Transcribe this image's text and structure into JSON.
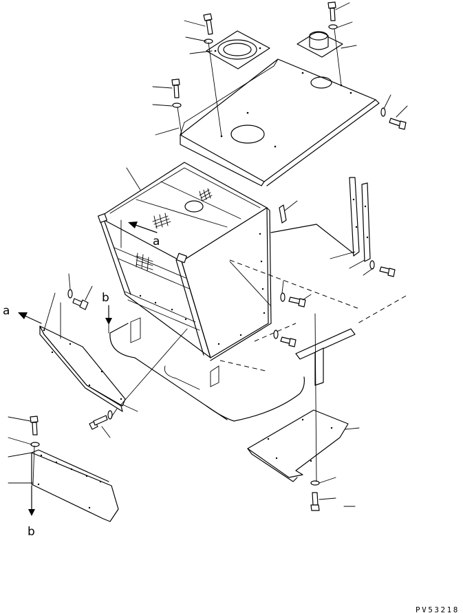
{
  "reference_labels": {
    "a_on_box": "a",
    "a_left": "a",
    "b_mid": "b",
    "b_bottom": "b"
  },
  "drawing_code": "PV53218"
}
